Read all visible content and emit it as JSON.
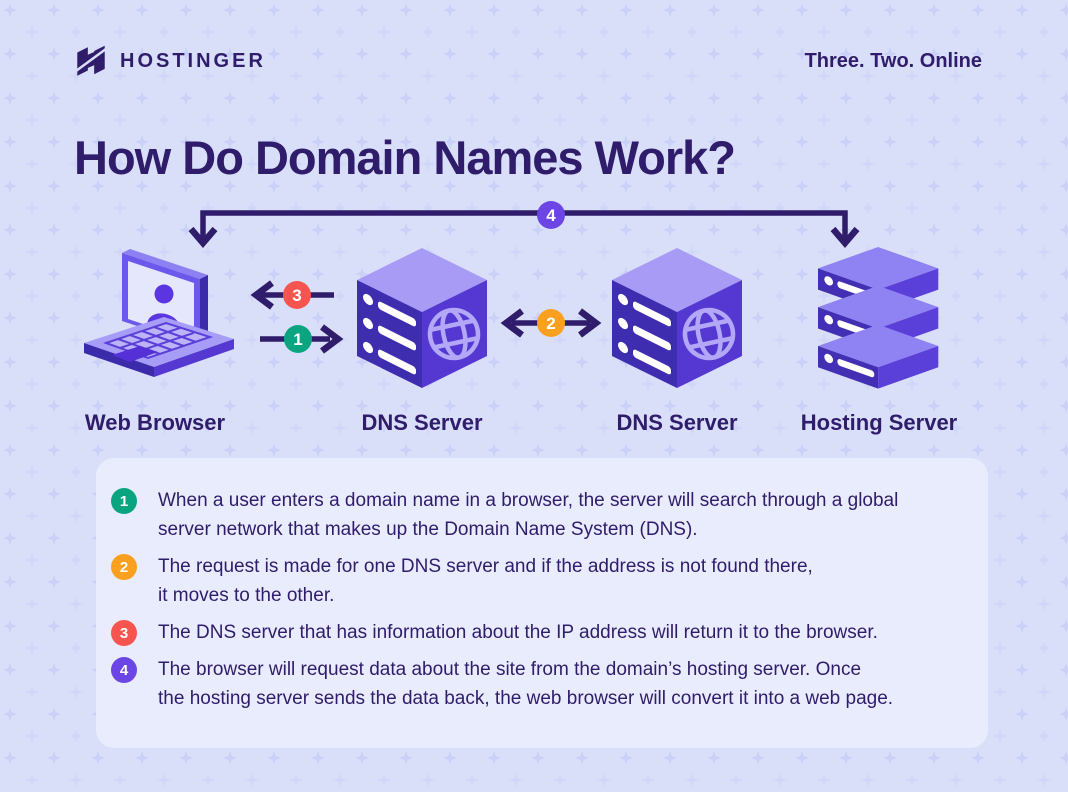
{
  "header": {
    "brand": "HOSTINGER",
    "tagline": "Three. Two. Online"
  },
  "title": "How Do Domain Names Work?",
  "diagram": {
    "nodes": [
      {
        "id": "web-browser",
        "label": "Web Browser"
      },
      {
        "id": "dns-server-1",
        "label": "DNS Server"
      },
      {
        "id": "dns-server-2",
        "label": "DNS Server"
      },
      {
        "id": "hosting-server",
        "label": "Hosting Server"
      }
    ],
    "icons": [
      "laptop-user-icon",
      "server-cube-globe-icon",
      "server-cube-globe-icon",
      "server-stack-icon"
    ]
  },
  "steps": [
    {
      "number": "1",
      "color": "#0aa580",
      "lines": [
        "When a user enters a domain name in a browser, the server will search through a global",
        "server network that makes up the Domain Name System (DNS)."
      ]
    },
    {
      "number": "2",
      "color": "#f9a11f",
      "lines": [
        "The request is made for one DNS server and if the address is not found there,",
        "it moves to the other."
      ]
    },
    {
      "number": "3",
      "color": "#f6554f",
      "lines": [
        "The DNS server that has information about the IP address will return it to the browser."
      ]
    },
    {
      "number": "4",
      "color": "#6b46e5",
      "lines": [
        "The browser will request data about the site from the domain’s hosting server. Once",
        "the hosting server sends the data back, the web browser will convert it into a web page."
      ]
    }
  ],
  "colors": {
    "background": "#d9def9",
    "panel": "#e9ecfc",
    "ink": "#2f1c6a",
    "green": "#0aa580",
    "orange": "#f9a11f",
    "red": "#f6554f",
    "purple": "#6b46e5",
    "illustration_dark": "#3f2db0",
    "illustration_mid": "#5538d1",
    "illustration_light": "#a89bf5"
  }
}
